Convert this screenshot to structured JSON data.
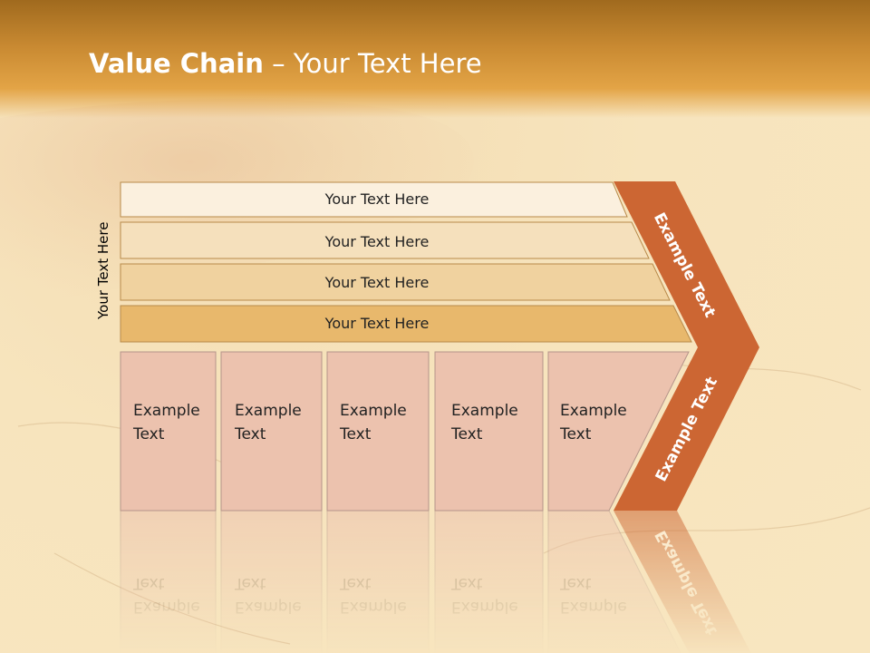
{
  "title": {
    "bold": "Value Chain",
    "rest": " – Your Text Here"
  },
  "side_label": "Your Text Here",
  "bands": [
    {
      "label": "Your Text Here",
      "color": "#fbf0de"
    },
    {
      "label": "Your Text Here",
      "color": "#f5e0bc"
    },
    {
      "label": "Your Text Here",
      "color": "#f0d29f"
    },
    {
      "label": "Your Text Here",
      "color": "#e8b86c"
    }
  ],
  "activities": [
    {
      "line1": "Example",
      "line2": "Text"
    },
    {
      "line1": "Example",
      "line2": "Text"
    },
    {
      "line1": "Example",
      "line2": "Text"
    },
    {
      "line1": "Example",
      "line2": "Text"
    },
    {
      "line1": "Example",
      "line2": "Text"
    }
  ],
  "margin_labels": {
    "upper": "Example Text",
    "lower": "Example Text"
  },
  "colors": {
    "header": "#c98a32",
    "chevron": "#cc6633",
    "box": "#ecc2ae",
    "box_border": "#b5948a",
    "band_border": "#b88a4a"
  }
}
